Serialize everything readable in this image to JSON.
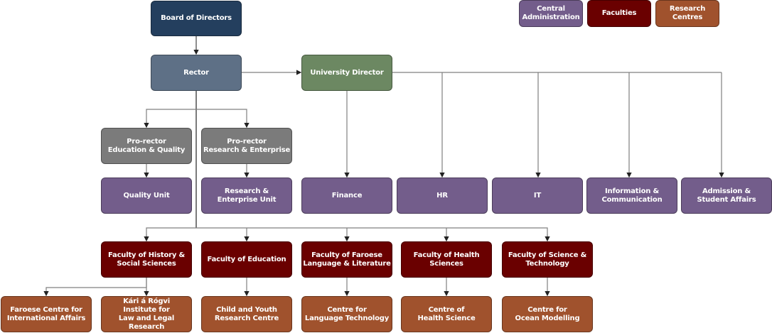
{
  "legend": {
    "central_admin": "Central\nAdministration",
    "faculties": "Faculties",
    "research_centres": "Research\nCentres"
  },
  "colors": {
    "board": "#243f5e",
    "rector": "#5e7086",
    "university_director": "#6c8862",
    "pro_rector": "#7b7b7b",
    "central_administration": "#735d8b",
    "faculties": "#6a0000",
    "research_centres": "#a0522d"
  },
  "top": {
    "board": "Board of Directors",
    "rector": "Rector",
    "university_director": "University Director"
  },
  "pro_rectors": [
    "Pro-rector\nEducation & Quality",
    "Pro-rector\nResearch & Enterprise"
  ],
  "units": [
    "Quality Unit",
    "Research &\nEnterprise Unit",
    "Finance",
    "HR",
    "IT",
    "Information &\nCommunication",
    "Admission &\nStudent Affairs"
  ],
  "faculties": [
    "Faculty of History &\nSocial Sciences",
    "Faculty of Education",
    "Faculty of Faroese\nLanguage & Literature",
    "Faculty of Health\nSciences",
    "Faculty of Science &\nTechnology"
  ],
  "centres": [
    "Faroese Centre for\nInternational Affairs",
    "Kári á Rógvi\nInstitute for\nLaw and Legal Research",
    "Child and Youth\nResearch Centre",
    "Centre for\nLanguage Technology",
    "Centre of\nHealth Science",
    "Centre for\nOcean Modelling"
  ]
}
